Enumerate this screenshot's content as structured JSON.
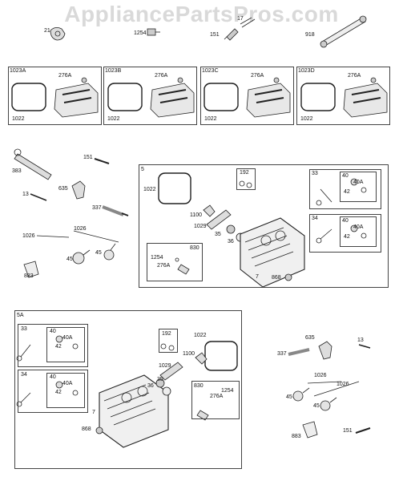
{
  "watermark": "AppliancePartsPros.com",
  "callouts": {
    "top_21": "21",
    "top_1254": "1254",
    "top_151": "151",
    "top_17": "17",
    "top_918": "918",
    "p1023a_title": "1023A",
    "p1023a_276a": "276A",
    "p1023a_1022": "1022",
    "p1023b_title": "1023B",
    "p1023b_276a": "276A",
    "p1023b_1022": "1022",
    "p1023c_title": "1023C",
    "p1023c_276a": "276A",
    "p1023c_1022": "1022",
    "p1023d_title": "1023D",
    "p1023d_276a": "276A",
    "p1023d_1022": "1022",
    "l_383": "383",
    "l_151": "151",
    "l_13": "13",
    "l_635": "635",
    "l_337": "337",
    "l_1026a": "1026",
    "l_1026b": "1026",
    "l_45a": "45",
    "l_45b": "45",
    "l_883": "883",
    "b5_title": "5",
    "b5_1022": "1022",
    "b5_192": "192",
    "b5_1100": "1100",
    "b5_1029": "1029",
    "b5_35": "35",
    "b5_36": "36",
    "b5_830": "830",
    "b5_1254": "1254",
    "b5_276a": "276A",
    "b5_7": "7",
    "b5_868": "868",
    "b5_33": "33",
    "b5_33_40": "40",
    "b5_33_40a": "40A",
    "b5_33_42": "42",
    "b5_34": "34",
    "b5_34_40": "40",
    "b5_34_40a": "40A",
    "b5_34_42": "42",
    "b5a_title": "5A",
    "b5a_33": "33",
    "b5a_33_40": "40",
    "b5a_33_40a": "40A",
    "b5a_33_42": "42",
    "b5a_34": "34",
    "b5a_34_40": "40",
    "b5a_34_40a": "40A",
    "b5a_34_42": "42",
    "b5a_192": "192",
    "b5a_1022": "1022",
    "b5a_1100": "1100",
    "b5a_1029": "1029",
    "b5a_35": "35",
    "b5a_36": "36",
    "b5a_830": "830",
    "b5a_1254": "1254",
    "b5a_276a": "276A",
    "b5a_7": "7",
    "b5a_868": "868",
    "r_635": "635",
    "r_13": "13",
    "r_337": "337",
    "r_1026a": "1026",
    "r_1026b": "1026",
    "r_45a": "45",
    "r_45b": "45",
    "r_883": "883",
    "r_151": "151"
  }
}
